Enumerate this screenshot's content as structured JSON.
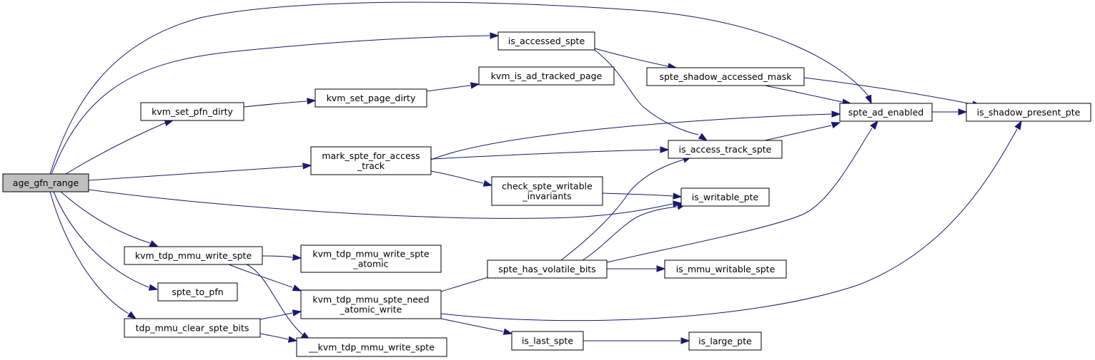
{
  "diagram": {
    "type": "call-graph",
    "edge_color": "#191970",
    "root_fill": "#bfbfbf",
    "nodes": [
      {
        "id": "age_gfn_range",
        "lines": [
          "age_gfn_range"
        ],
        "root": true
      },
      {
        "id": "is_accessed_spte",
        "lines": [
          "is_accessed_spte"
        ]
      },
      {
        "id": "spte_ad_enabled",
        "lines": [
          "spte_ad_enabled"
        ]
      },
      {
        "id": "kvm_set_pfn_dirty",
        "lines": [
          "kvm_set_pfn_dirty"
        ]
      },
      {
        "id": "kvm_set_page_dirty",
        "lines": [
          "kvm_set_page_dirty"
        ]
      },
      {
        "id": "kvm_is_ad_tracked_page",
        "lines": [
          "kvm_is_ad_tracked_page"
        ]
      },
      {
        "id": "spte_shadow_accessed_mask",
        "lines": [
          "spte_shadow_accessed_mask"
        ]
      },
      {
        "id": "is_shadow_present_pte",
        "lines": [
          "is_shadow_present_pte"
        ]
      },
      {
        "id": "mark_spte_for_access_track",
        "lines": [
          "mark_spte_for_access",
          "_track"
        ]
      },
      {
        "id": "is_access_track_spte",
        "lines": [
          "is_access_track_spte"
        ]
      },
      {
        "id": "check_spte_writable_invariants",
        "lines": [
          "check_spte_writable",
          "_invariants"
        ]
      },
      {
        "id": "is_writable_pte",
        "lines": [
          "is_writable_pte"
        ]
      },
      {
        "id": "kvm_tdp_mmu_write_spte",
        "lines": [
          "kvm_tdp_mmu_write_spte"
        ]
      },
      {
        "id": "kvm_tdp_mmu_write_spte_atomic",
        "lines": [
          "kvm_tdp_mmu_write_spte",
          "_atomic"
        ]
      },
      {
        "id": "spte_has_volatile_bits",
        "lines": [
          "spte_has_volatile_bits"
        ]
      },
      {
        "id": "is_mmu_writable_spte",
        "lines": [
          "is_mmu_writable_spte"
        ]
      },
      {
        "id": "spte_to_pfn",
        "lines": [
          "spte_to_pfn"
        ]
      },
      {
        "id": "kvm_tdp_mmu_spte_need_atomic_write",
        "lines": [
          "kvm_tdp_mmu_spte_need",
          "_atomic_write"
        ]
      },
      {
        "id": "tdp_mmu_clear_spte_bits",
        "lines": [
          "tdp_mmu_clear_spte_bits"
        ]
      },
      {
        "id": "is_last_spte",
        "lines": [
          "is_last_spte"
        ]
      },
      {
        "id": "is_large_pte",
        "lines": [
          "is_large_pte"
        ]
      },
      {
        "id": "__kvm_tdp_mmu_write_spte",
        "lines": [
          "__kvm_tdp_mmu_write_spte"
        ]
      }
    ],
    "edges": [
      {
        "from": "age_gfn_range",
        "to": "spte_ad_enabled"
      },
      {
        "from": "age_gfn_range",
        "to": "is_accessed_spte"
      },
      {
        "from": "age_gfn_range",
        "to": "kvm_set_pfn_dirty"
      },
      {
        "from": "age_gfn_range",
        "to": "mark_spte_for_access_track"
      },
      {
        "from": "age_gfn_range",
        "to": "is_writable_pte"
      },
      {
        "from": "age_gfn_range",
        "to": "kvm_tdp_mmu_write_spte"
      },
      {
        "from": "age_gfn_range",
        "to": "spte_to_pfn"
      },
      {
        "from": "age_gfn_range",
        "to": "tdp_mmu_clear_spte_bits"
      },
      {
        "from": "is_accessed_spte",
        "to": "spte_shadow_accessed_mask"
      },
      {
        "from": "is_accessed_spte",
        "to": "is_access_track_spte"
      },
      {
        "from": "spte_shadow_accessed_mask",
        "to": "spte_ad_enabled"
      },
      {
        "from": "spte_shadow_accessed_mask",
        "to": "is_shadow_present_pte"
      },
      {
        "from": "spte_ad_enabled",
        "to": "is_shadow_present_pte"
      },
      {
        "from": "kvm_set_pfn_dirty",
        "to": "kvm_set_page_dirty"
      },
      {
        "from": "kvm_set_page_dirty",
        "to": "kvm_is_ad_tracked_page"
      },
      {
        "from": "mark_spte_for_access_track",
        "to": "spte_ad_enabled"
      },
      {
        "from": "mark_spte_for_access_track",
        "to": "is_access_track_spte"
      },
      {
        "from": "mark_spte_for_access_track",
        "to": "check_spte_writable_invariants"
      },
      {
        "from": "is_access_track_spte",
        "to": "spte_ad_enabled"
      },
      {
        "from": "check_spte_writable_invariants",
        "to": "is_writable_pte"
      },
      {
        "from": "kvm_tdp_mmu_write_spte",
        "to": "kvm_tdp_mmu_write_spte_atomic"
      },
      {
        "from": "kvm_tdp_mmu_write_spte",
        "to": "kvm_tdp_mmu_spte_need_atomic_write"
      },
      {
        "from": "kvm_tdp_mmu_write_spte",
        "to": "__kvm_tdp_mmu_write_spte"
      },
      {
        "from": "tdp_mmu_clear_spte_bits",
        "to": "kvm_tdp_mmu_spte_need_atomic_write"
      },
      {
        "from": "tdp_mmu_clear_spte_bits",
        "to": "__kvm_tdp_mmu_write_spte"
      },
      {
        "from": "kvm_tdp_mmu_spte_need_atomic_write",
        "to": "spte_has_volatile_bits"
      },
      {
        "from": "kvm_tdp_mmu_spte_need_atomic_write",
        "to": "is_shadow_present_pte"
      },
      {
        "from": "kvm_tdp_mmu_spte_need_atomic_write",
        "to": "is_last_spte"
      },
      {
        "from": "spte_has_volatile_bits",
        "to": "is_access_track_spte"
      },
      {
        "from": "spte_has_volatile_bits",
        "to": "is_writable_pte"
      },
      {
        "from": "spte_has_volatile_bits",
        "to": "spte_ad_enabled"
      },
      {
        "from": "spte_has_volatile_bits",
        "to": "is_mmu_writable_spte"
      },
      {
        "from": "is_last_spte",
        "to": "is_large_pte"
      }
    ]
  }
}
